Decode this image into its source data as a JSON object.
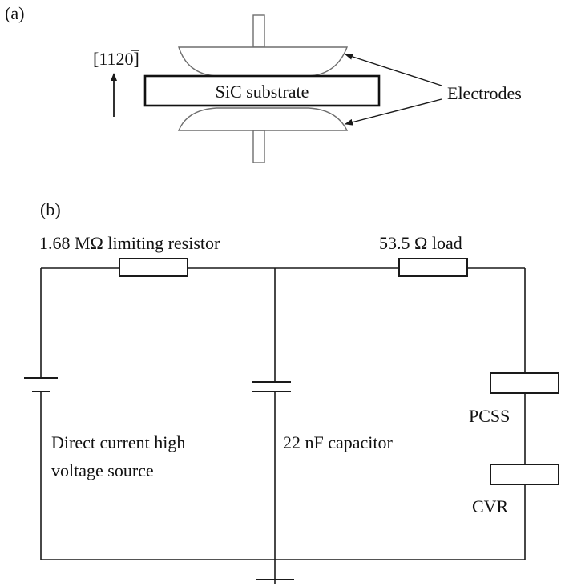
{
  "panel_a": {
    "label": "(a)",
    "direction_base": "[11",
    "direction_bar_digit": "2",
    "direction_end": "0]",
    "substrate": "SiC substrate",
    "electrodes": "Electrodes"
  },
  "panel_b": {
    "label": "(b)",
    "limiting_resistor": "1.68 MΩ limiting resistor",
    "load": "53.5 Ω load",
    "source_line1": "Direct current high",
    "source_line2": "voltage source",
    "capacitor": "22 nF capacitor",
    "pcss": "PCSS",
    "cvr": "CVR"
  }
}
